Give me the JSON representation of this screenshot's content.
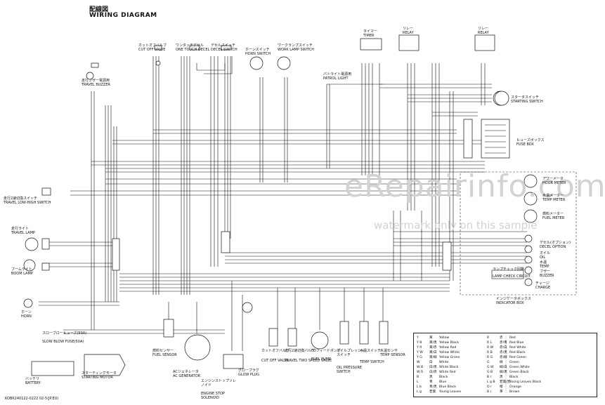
{
  "header": {
    "title_jp": "配線図",
    "title_en": "WIRING DIAGRAM"
  },
  "footer": {
    "code": "KOBK240122-0222 02-5(JP.EU)"
  },
  "watermark": {
    "main": "eRepairinfo.com",
    "sub": "watermark only on this sample"
  },
  "components": {
    "timer": {
      "jp": "タイマー",
      "en": "TIMER"
    },
    "relay1": {
      "jp": "リレー",
      "en": "RELAY"
    },
    "relay2": {
      "jp": "リレー",
      "en": "RELAY"
    },
    "cut_off_valve": {
      "jp": "カットオフバルブ",
      "en": "CUT OFF VALVE"
    },
    "one_touch_decel": {
      "jp": "ワンタッチデセル",
      "en": "ONE TOUCH DECEL"
    },
    "decel_switch": {
      "jp": "デセルスイッチ",
      "en": "DECEL SWITCH"
    },
    "horn_switch": {
      "jp": "ホーンスイッチ",
      "en": "HORN SWITCH"
    },
    "work_lamp_switch": {
      "jp": "ワークランプスイッチ",
      "en": "WORK LAMP SWITCH"
    },
    "patrol_light": {
      "jp": "パトライト電源用",
      "en": "PATROL LIGHT"
    },
    "travel_buzzer": {
      "jp": "走行ブザー電源用",
      "en": "TRAVEL BUZZER"
    },
    "starting_switch": {
      "jp": "スタータスイッチ",
      "en": "STARTING SWITCH"
    },
    "fuse_box": {
      "jp": "ヒューズボックス",
      "en": "FUSE BOX"
    },
    "travel_hilo_switch": {
      "jp": "走行2速切換スイッチ",
      "en": "TRAVEL LOW-HIGH SWITCH"
    },
    "travel_lamp": {
      "jp": "走行ライト",
      "en": "TRAVEL LAMP"
    },
    "boom_lamp": {
      "jp": "ブームライト",
      "en": "BOOM LAMP"
    },
    "horn": {
      "jp": "ホーン",
      "en": "HORN"
    },
    "hour_meter": {
      "jp": "アワーメータ",
      "en": "HOUR METER"
    },
    "temp_meter": {
      "jp": "水温メーター",
      "en": "TEMP METER"
    },
    "fuel_meter": {
      "jp": "燃料メーター",
      "en": "FUEL METER"
    },
    "decel_option": {
      "jp": "デセル(オプション)",
      "en": "DECEL OPTION"
    },
    "oil": {
      "jp": "オイル",
      "en": "OIL"
    },
    "temp": {
      "jp": "水温",
      "en": "TEMP"
    },
    "buzzer": {
      "jp": "ブザー",
      "en": "BUZZER"
    },
    "lamp_check": {
      "jp": "ランプチェック回路",
      "en": "LAMP CHECK CIRCUIT"
    },
    "charge": {
      "jp": "チャージ",
      "en": "CHARGE"
    },
    "indicator_box": {
      "jp": "インジケータボックス",
      "en": "INDICATOR BOX"
    },
    "slow_blow_fuse": {
      "jp": "スローブローヒューズ(50A)",
      "en": "SLOW BLOW FUSE(50A)"
    },
    "battery": {
      "jp": "バッテリ",
      "en": "BATTERY"
    },
    "starting_motor": {
      "jp": "スターティングモータ",
      "en": "STARTING MOTOR"
    },
    "fuel_sensor": {
      "jp": "燃料センサー",
      "en": "FUEL SENSOR"
    },
    "ac_generator": {
      "jp": "ACジェネレータ",
      "en": "AC GENERATOR"
    },
    "engine_stop": {
      "jp": "エンジンストップソレノイド",
      "en": "ENGINE STOP SOLENOID"
    },
    "glow_plug": {
      "jp": "グロープラグ",
      "en": "GLOW PLUG"
    },
    "cutoff_valve2": {
      "jp": "カットオフバルブ",
      "en": "CUT OFF VALVE"
    },
    "travel_two_speed": {
      "jp": "走行2速切換バルブ",
      "en": "TRAVEL TWO SPEED VALVE"
    },
    "fuel_pump": {
      "jp": "FOフィードポンプ",
      "en": "FUEL PUMP"
    },
    "oil_pressure": {
      "jp": "オイルプレッシャスイッチ",
      "en": "OIL PRESSURE SWITCH"
    },
    "temp_switch": {
      "jp": "水温スイッチ",
      "en": "TEMP SWITCH"
    },
    "temp_sensor": {
      "jp": "水温センサ",
      "en": "TEMP SENSOR"
    }
  },
  "legend": {
    "left": [
      [
        "Y",
        "黄",
        "Yellow"
      ],
      [
        "Y B",
        "黄/黒",
        "Yellow Black"
      ],
      [
        "Y R",
        "黄/赤",
        "Yellow Red"
      ],
      [
        "Y W",
        "黄/白",
        "Yellow White"
      ],
      [
        "Y G",
        "黄/緑",
        "Yellow Green"
      ],
      [
        "W",
        "白",
        "White"
      ],
      [
        "W B",
        "白/黒",
        "White Black"
      ],
      [
        "W R",
        "白/赤",
        "White Red"
      ],
      [
        "B",
        "黒",
        "Black"
      ],
      [
        "L",
        "青",
        "Blue"
      ],
      [
        "L b",
        "青/黒",
        "Blue Black"
      ],
      [
        "L g",
        "若葉",
        "Young Leaves"
      ]
    ],
    "right": [
      [
        "R",
        "赤",
        "Red"
      ],
      [
        "R L",
        "赤/青",
        "Red Blue"
      ],
      [
        "R W",
        "赤/白",
        "Red White"
      ],
      [
        "R B",
        "赤/黒",
        "Red Black"
      ],
      [
        "R G",
        "赤/緑",
        "Red Green"
      ],
      [
        "G",
        "緑",
        "Green"
      ],
      [
        "G W",
        "緑/白",
        "Green White"
      ],
      [
        "G B",
        "緑/黒",
        "Green Black"
      ],
      [
        "B r",
        "黒",
        "Black"
      ],
      [
        "L g B",
        "若葉/黒",
        "Young Leaves Black"
      ],
      [
        "O r",
        "橙",
        "Orange"
      ],
      [
        "B r",
        "茶",
        "Brown"
      ]
    ]
  }
}
